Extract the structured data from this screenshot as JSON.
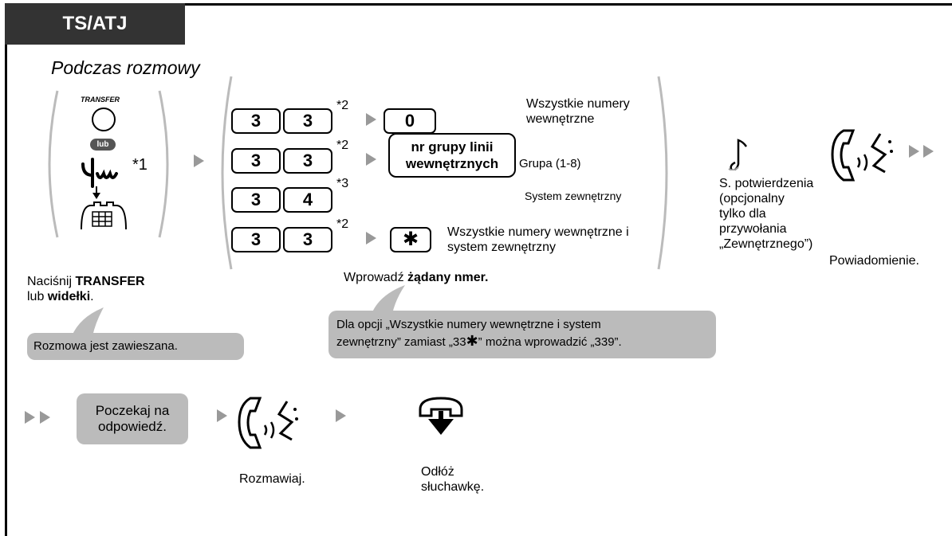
{
  "header": {
    "tab_label": "TS/ATJ",
    "subtitle": "Podczas rozmowy"
  },
  "step1": {
    "transfer_label": "TRANSFER",
    "lub_badge": "lub",
    "footnote": "*1",
    "caption_prefix": "Naciśnij ",
    "caption_bold1": "TRANSFER",
    "caption_mid": "lub ",
    "caption_bold2": "widełki",
    "caption_suffix": ".",
    "bubble": "Rozmowa jest zawieszana."
  },
  "options": [
    {
      "keys": [
        "3",
        "3"
      ],
      "note": "*2",
      "extra_key": "0",
      "desc": "Wszystkie numery wewnętrzne"
    },
    {
      "keys": [
        "3",
        "3"
      ],
      "note": "*2",
      "extra_key": "nr grupy linii wewnętrznych",
      "desc": "Grupa (1-8)"
    },
    {
      "keys": [
        "3",
        "4"
      ],
      "note": "*3",
      "extra_key": "",
      "desc": "System zewnętrzny"
    },
    {
      "keys": [
        "3",
        "3"
      ],
      "note": "*2",
      "extra_key": "✱",
      "desc": "Wszystkie numery wewnętrzne i system zewnętrzny"
    }
  ],
  "step2": {
    "caption_prefix": "Wprowadź ",
    "caption_bold": "żądany nmer.",
    "bubble_line1": "Dla opcji „Wszystkie numery wewnętrzne i system",
    "bubble_line2_prefix": "zewnętrzny” zamiast „33",
    "bubble_star": "✱",
    "bubble_line2_suffix": "” można wprowadzić „339”."
  },
  "step3": {
    "tone_lines": [
      "S. potwierdzenia",
      "(opcjonalny",
      "tylko dla",
      "przywołania",
      "„Zewnętrznego”)"
    ]
  },
  "step4": {
    "caption": "Powiadomienie."
  },
  "row2": {
    "wait_bubble_line1": "Poczekaj na",
    "wait_bubble_line2": "odpowiedź.",
    "talk_caption": "Rozmawiaj.",
    "hangup_line1": "Odłóż",
    "hangup_line2": "słuchawkę."
  },
  "colors": {
    "tab_bg": "#333333",
    "arrow": "#999999",
    "bubble": "#bbbbbb",
    "frame": "#000000"
  }
}
